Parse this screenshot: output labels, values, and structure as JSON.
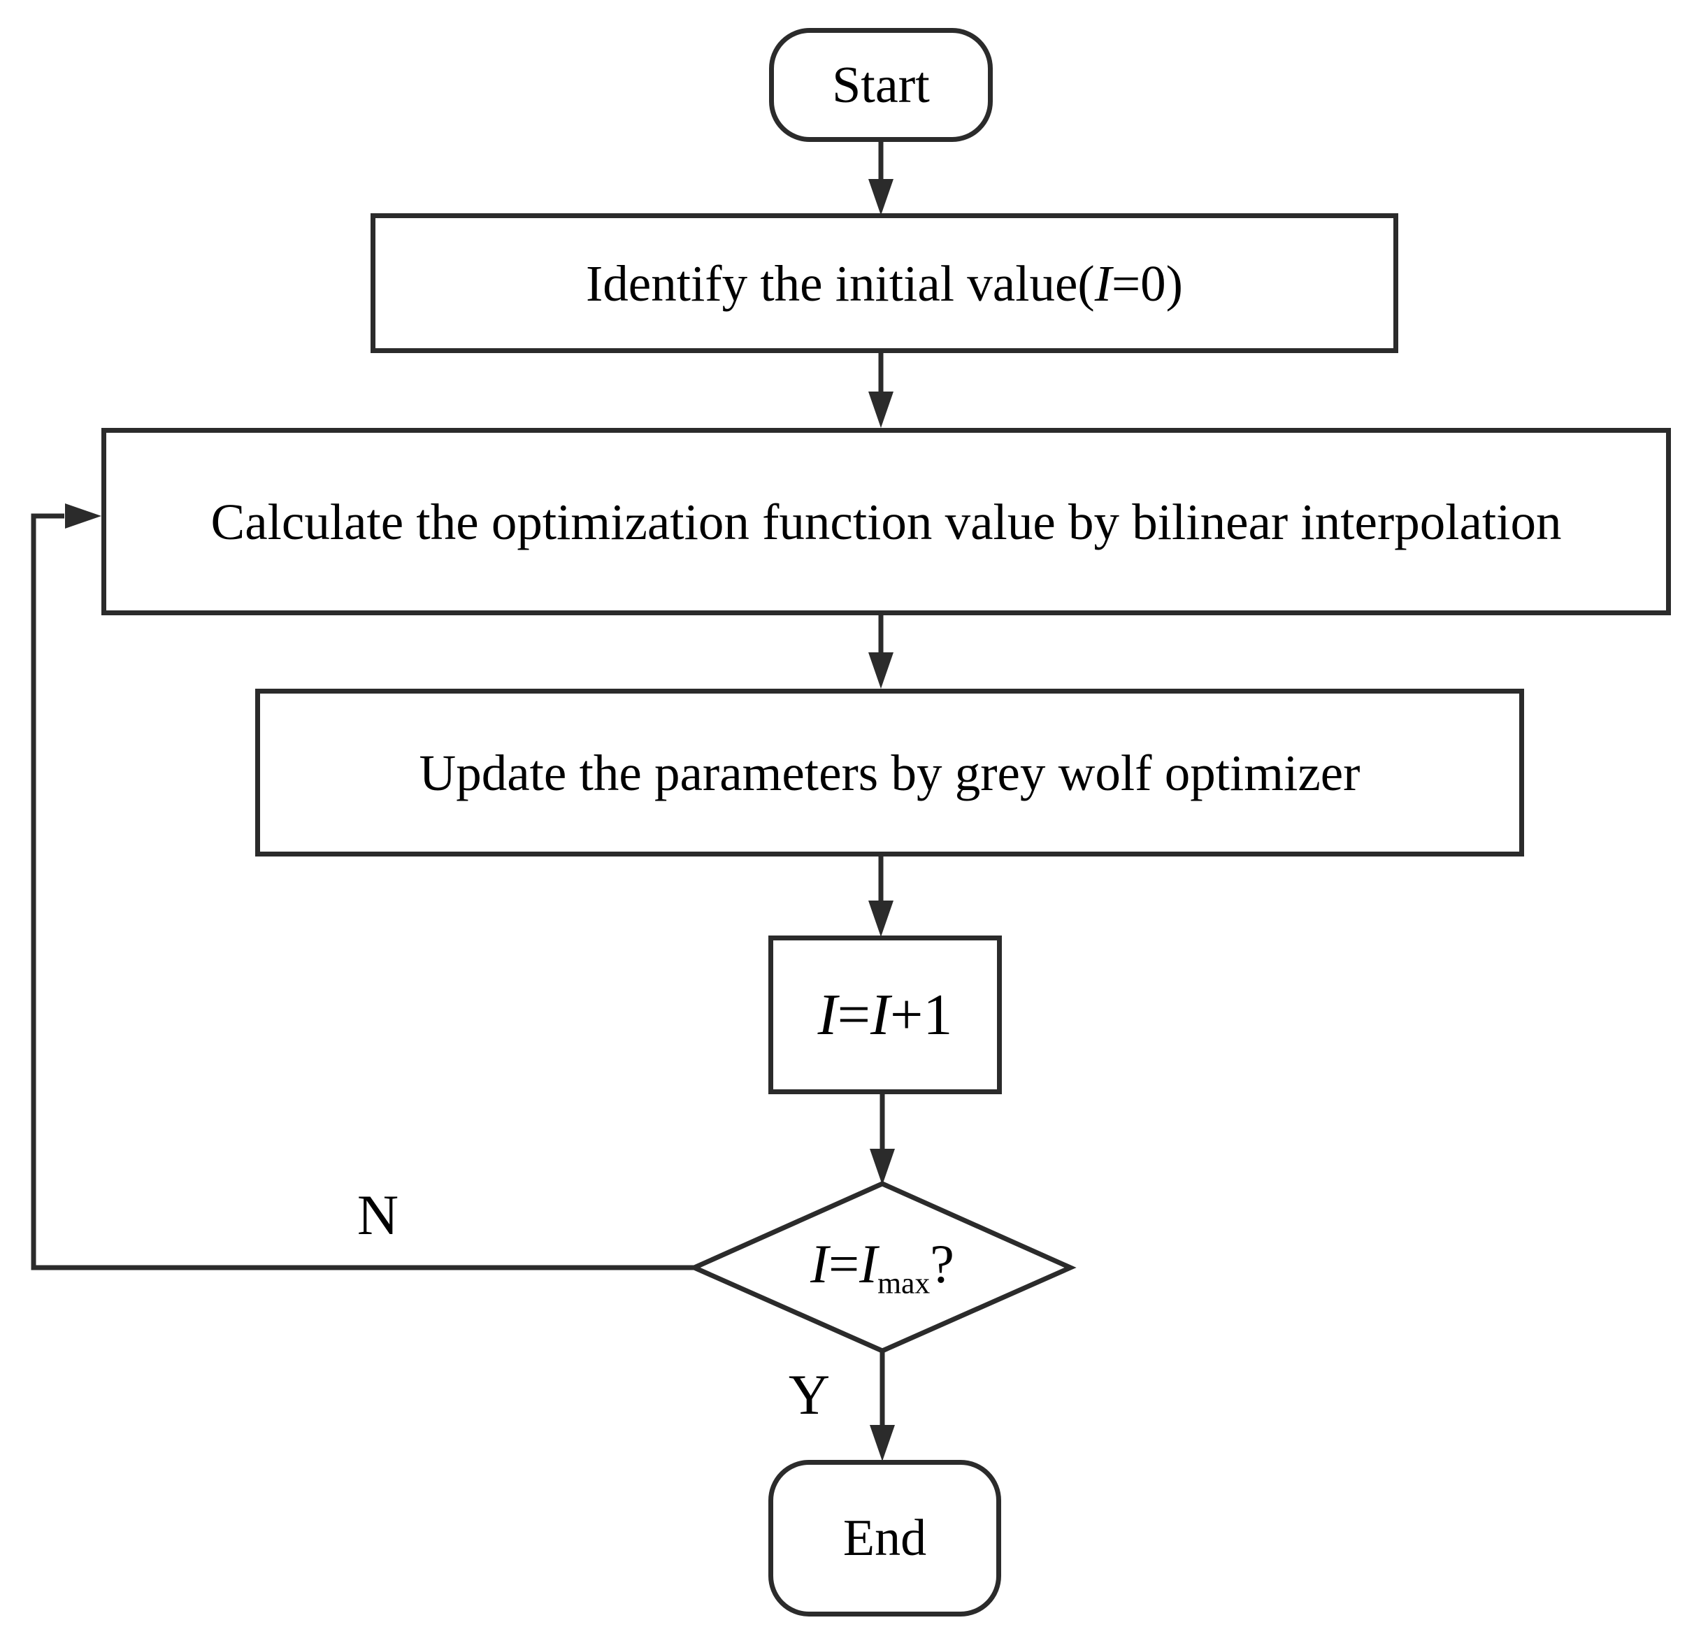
{
  "flowchart": {
    "nodes": {
      "start": {
        "label": "Start"
      },
      "identify": {
        "pre": "Identify the initial value(",
        "var": "I",
        "post": "=0)"
      },
      "calculate": {
        "label": "Calculate the optimization function value by bilinear interpolation"
      },
      "update": {
        "label": "Update the parameters by grey wolf optimizer"
      },
      "increment": {
        "var1": "I",
        "eq": "=",
        "var2": "I",
        "post": "+1"
      },
      "decision": {
        "var1": "I",
        "eq": "=",
        "var2": "I",
        "sub": "max",
        "post": "?"
      },
      "end": {
        "label": "End"
      }
    },
    "edge_labels": {
      "no": "N",
      "yes": "Y"
    },
    "colors": {
      "line": "#2b2b2b",
      "text": "#000000",
      "background": "#ffffff"
    }
  }
}
